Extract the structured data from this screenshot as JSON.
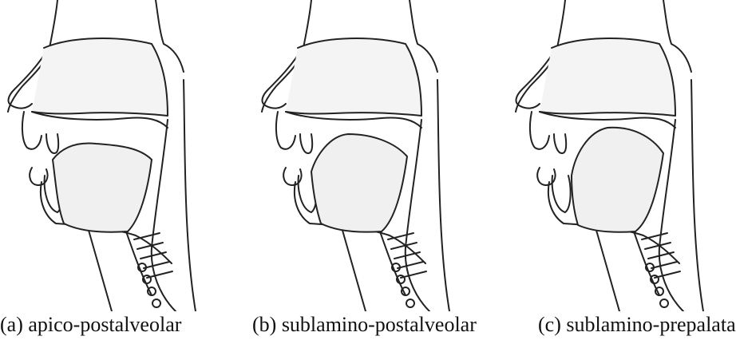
{
  "figures": [
    {
      "caption": "(a) apico-postalveolar",
      "tongue": "apico"
    },
    {
      "caption": "(b) sublamino-postalveolar",
      "tongue": "sublamino-post"
    },
    {
      "caption": "(c) sublamino-prepalatal",
      "tongue": "sublamino-pre"
    }
  ]
}
